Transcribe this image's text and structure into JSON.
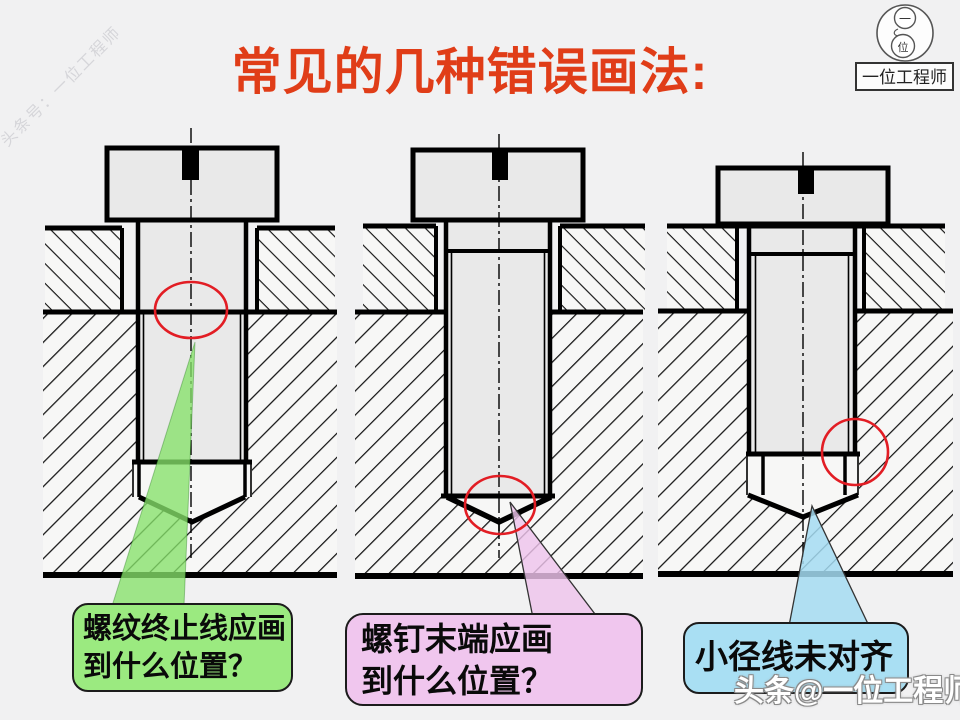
{
  "slide": {
    "background": "#f1f1f2"
  },
  "title": {
    "text": "常见的几种错误画法:",
    "color": "#e03d18"
  },
  "watermarks": {
    "diagonal": "头条号：一位工程师",
    "bottom": "头条@一位工程师"
  },
  "logo": {
    "head_char": "一",
    "body_char": "位",
    "label": "一位工程师"
  },
  "callouts": {
    "green": {
      "line1": "螺纹终止线应画",
      "line2": "到什么位置？",
      "fill": "#9bea80"
    },
    "pink": {
      "line1": "螺钉末端应画",
      "line2": "到什么位置？",
      "fill": "#f0c6ee"
    },
    "blue": {
      "line1": "小径线未对齐",
      "fill": "#a9dff3"
    }
  },
  "annotation_colors": {
    "error_circle": "#e21d24",
    "green_beam": "rgba(134,226,106,0.78)",
    "pink_beam": "rgba(238,195,236,0.82)",
    "blue_beam": "rgba(165,220,242,0.85)"
  }
}
